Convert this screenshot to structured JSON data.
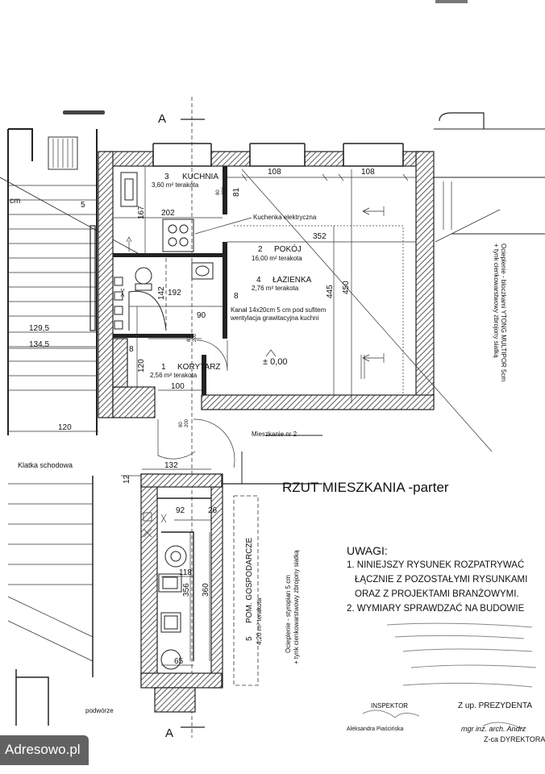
{
  "title": "RZUT MIESZKANIA -parter",
  "section_marker": "A",
  "apartment_label": "Mieszkanie nr 2",
  "stair_label": "Klatka schodowa",
  "courtyard_label": "podwórze",
  "level_label": "± 0,00",
  "rooms": [
    {
      "num": "1",
      "name": "KORYTARZ",
      "area": "2,56 m² terakota"
    },
    {
      "num": "2",
      "name": "POKÓJ",
      "area": "16,00 m² terakota"
    },
    {
      "num": "3",
      "name": "KUCHNIA",
      "area": "3,60 m² terakota"
    },
    {
      "num": "4",
      "name": "ŁAZIENKA",
      "area": "2,76 m² terakota"
    },
    {
      "num": "5",
      "name": "POM. GOSPODARCZE",
      "area": "4,20 m² terakota"
    }
  ],
  "annotations": {
    "stove": "Kuchenka elektryczna",
    "duct_line1": "Kanał 14x20cm 5 cm pod sufitem",
    "duct_line2": "wentylacja grawitacyjna kuchni",
    "insulation_right_1": "Ocieplenie - bloczkami YTONG MULTIPOR 5cm",
    "insulation_right_2": "+ tynk cienkowarstwowy zbrojony siatką",
    "insulation_mid_1": "Ocieplenie - styropian 5 cm",
    "insulation_mid_2": "+ tynk cienkowarstwowy zbrojony siatką"
  },
  "dimensions": {
    "d108a": "108",
    "d108b": "108",
    "d352": "352",
    "d445": "445",
    "d450": "450",
    "d202": "202",
    "d167": "167",
    "d81": "81",
    "d192": "192",
    "d142": "142",
    "d90": "90",
    "d8a": "8",
    "d8b": "8",
    "d120a": "120",
    "d100": "100",
    "d5": "5",
    "d1295": "129,5",
    "d1345": "134,5",
    "d120b": "120",
    "d132": "132",
    "d92": "92",
    "d26": "26",
    "d118": "118",
    "d356": "356",
    "d360": "360",
    "d65": "65",
    "d12": "12",
    "dcm": "cm",
    "d80200a": "80\n200",
    "d80200b": "80\n200",
    "d80200c": "80\n200"
  },
  "notes": {
    "heading": "UWAGI:",
    "line1": "1. NINIEJSZY RYSUNEK ROZPATRYWAĆ",
    "line2": "ŁĄCZNIE Z POZOSTAŁYMI RYSUNKAMI",
    "line3": "ORAZ Z PROJEKTAMI BRANŻOWYMI.",
    "line4": "2. WYMIARY SPRAWDZAĆ NA BUDOWIE"
  },
  "signature": {
    "president": "Z up. PREZYDENTA",
    "engineer": "mgr inż. arch. Andrz",
    "director": "Z-ca DYREKTORA",
    "inspector": "INSPEKTOR",
    "inspector_name": "Aleksandra Piaścińska"
  },
  "watermark": "Adresowo.pl"
}
